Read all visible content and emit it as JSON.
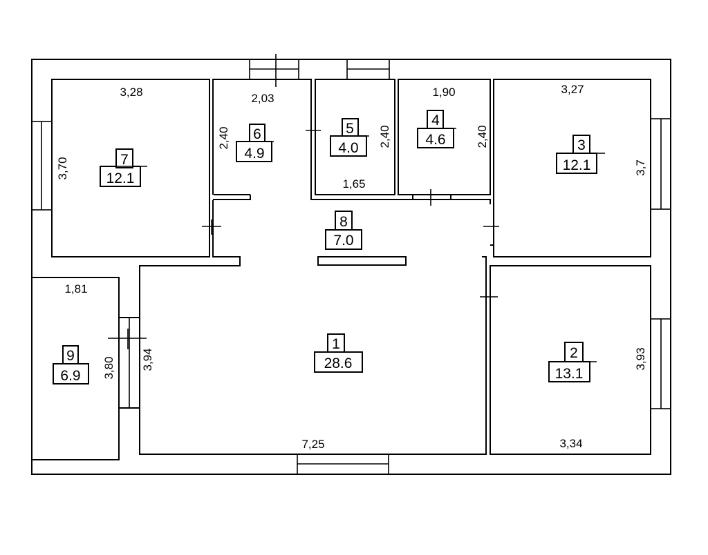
{
  "rooms": [
    {
      "number": "1",
      "area": "28.6"
    },
    {
      "number": "2",
      "area": "13.1"
    },
    {
      "number": "3",
      "area": "12.1"
    },
    {
      "number": "4",
      "area": "4.6"
    },
    {
      "number": "5",
      "area": "4.0"
    },
    {
      "number": "6",
      "area": "4.9"
    },
    {
      "number": "7",
      "area": "12.1"
    },
    {
      "number": "8",
      "area": "7.0"
    },
    {
      "number": "9",
      "area": "6.9"
    }
  ],
  "dimensions": {
    "r7_width": "3,28",
    "r7_height": "3,70",
    "r6_width": "2,03",
    "r6_height": "2,40",
    "r5_width": "1,65",
    "r5_height": "2,40",
    "r4_width": "1,90",
    "r4_height": "2,40",
    "r3_width": "3,27",
    "r3_height": "3,7",
    "r9_width": "1,81",
    "r9_height": "3,80",
    "r1_height": "3,94",
    "r1_width": "7,25",
    "r2_height": "3,93",
    "r2_width": "3,34"
  }
}
